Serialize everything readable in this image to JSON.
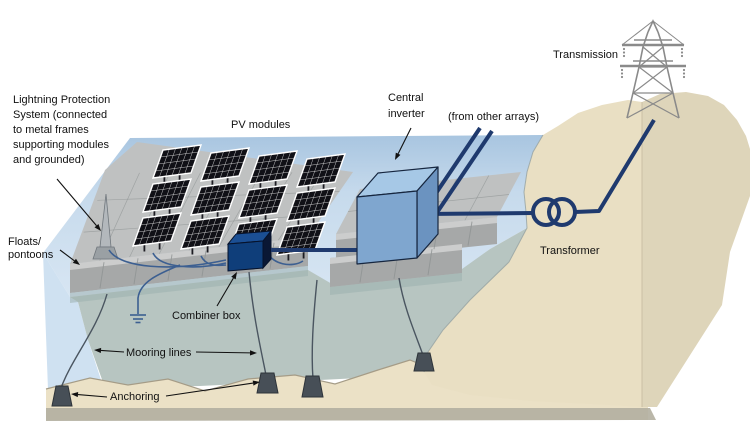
{
  "labels": {
    "lightning": [
      "Lightning Protection",
      "System (connected",
      "to metal frames",
      "supporting modules",
      "and grounded)"
    ],
    "pv_modules": "PV modules",
    "central_inverter": [
      "Central",
      "inverter"
    ],
    "from_other_arrays": "(from other arrays)",
    "transmission": "Transmission",
    "transformer": "Transformer",
    "floats": [
      "Floats/",
      "pontoons"
    ],
    "combiner_box": "Combiner box",
    "mooring_lines": "Mooring lines",
    "anchoring": "Anchoring"
  },
  "colors": {
    "water_top": "#a8c5e0",
    "water_mid": "#c6daec",
    "water_light": "#d8e6f3",
    "water_wall": "#cfe1f1",
    "underwater": "#b7c5c1",
    "under_shadow": "#9db1ae",
    "sand": "#e9dfc3",
    "sand_side": "#ded5ba",
    "sand_strip": "#b2afa0",
    "sand_edge": "#a59c87",
    "float_top": "#bfc1c1",
    "float_front": "#a6a8a8",
    "float_bevel": "#d0d0d0",
    "float_line": "#8f9494",
    "panel": "#101016",
    "panel_frame": "#ffffff",
    "inverter_front": "#7fa6cf",
    "inverter_side": "#6b93c0",
    "inverter_top": "#a6c8e6",
    "combiner_front": "#0f3e7a",
    "combiner_top": "#1b4f94",
    "combiner_side": "#0a1734",
    "navy": "#1f3a6e",
    "wire": "#3c5f91",
    "tower": "#8a8a8a",
    "anchor": "#474f57",
    "mooring": "#4a5560",
    "rod": "#b3b8bc",
    "rod_dark": "#6f767c",
    "text": "#111111"
  }
}
